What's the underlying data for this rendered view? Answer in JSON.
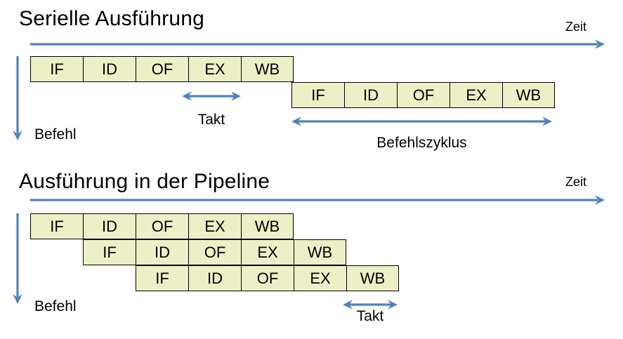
{
  "section_serial": {
    "title": "Serielle Ausführung",
    "zeit_label": "Zeit",
    "befehl_label": "Befehl",
    "takt_label": "Takt",
    "befehlszyklus_label": "Befehlszyklus",
    "rows": [
      {
        "cells": [
          "IF",
          "ID",
          "OF",
          "EX",
          "WB"
        ]
      },
      {
        "cells": [
          "IF",
          "ID",
          "OF",
          "EX",
          "WB"
        ]
      }
    ]
  },
  "section_pipeline": {
    "title": "Ausführung in der Pipeline",
    "zeit_label": "Zeit",
    "befehl_label": "Befehl",
    "takt_label": "Takt",
    "rows": [
      {
        "cells": [
          "IF",
          "ID",
          "OF",
          "EX",
          "WB"
        ]
      },
      {
        "cells": [
          "IF",
          "ID",
          "OF",
          "EX",
          "WB"
        ]
      },
      {
        "cells": [
          "IF",
          "ID",
          "OF",
          "EX",
          "WB"
        ]
      }
    ]
  },
  "colors": {
    "stage_fill": "#edefc7",
    "stage_border": "#000000",
    "arrow_blue": "#4f81bd",
    "text": "#000000",
    "background": "#ffffff"
  }
}
